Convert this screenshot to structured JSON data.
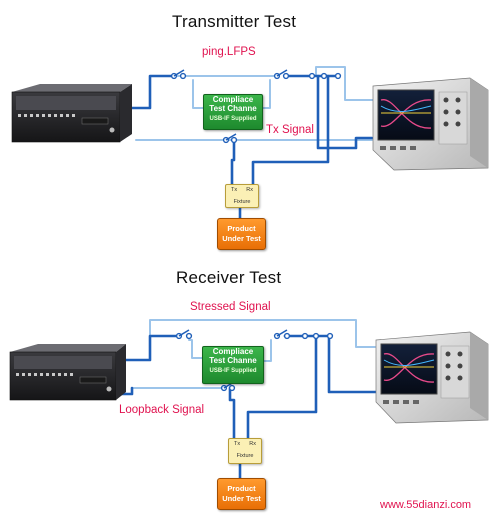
{
  "tx_section": {
    "title": "Transmitter Test",
    "lfps_label": "ping.LFPS",
    "signal_label": "Tx Signal",
    "channel": {
      "line1": "Compliace",
      "line2": "Test Channe",
      "line3": "USB-IF Supplied"
    },
    "fixture": {
      "tx": "Tx",
      "rx": "Rx",
      "label": "Fixture"
    },
    "product": {
      "line1": "Product",
      "line2": "Under Test"
    }
  },
  "rx_section": {
    "title": "Receiver Test",
    "stressed_label": "Stressed Signal",
    "loopback_label": "Loopback Signal",
    "channel": {
      "line1": "Compliace",
      "line2": "Test Channe",
      "line3": "USB-IF Supplied"
    },
    "fixture": {
      "tx": "Tx",
      "rx": "Rx",
      "label": "Fixture"
    },
    "product": {
      "line1": "Product",
      "line2": "Under Test"
    }
  },
  "watermark": "www.55dianzi.com",
  "colors": {
    "cable_primary": "#1f5fb8",
    "cable_secondary": "#9cc4ea",
    "label_red": "#e0124f",
    "channel_green": "#2ea23f",
    "fixture_yellow": "#fbf0b5",
    "product_orange": "#f08516"
  }
}
